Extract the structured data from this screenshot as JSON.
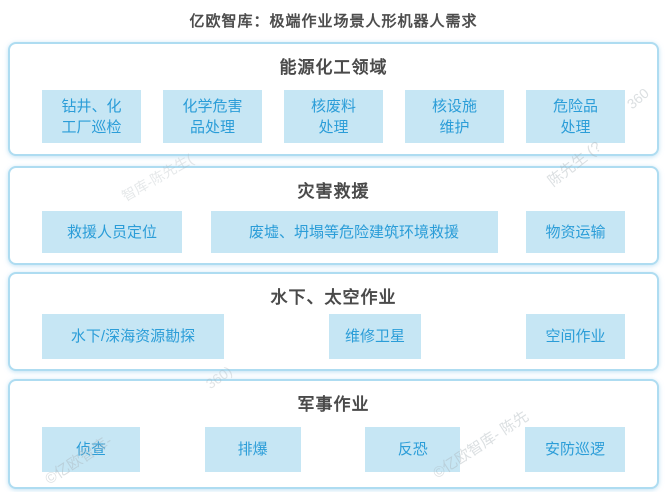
{
  "title": "亿欧智库：极端作业场景人形机器人需求",
  "colors": {
    "box_fill": "#c6e6f4",
    "box_text": "#2b9dd8",
    "panel_border": "#aedcf1",
    "heading_text": "#4a4a4a",
    "watermark": "#aab4ba"
  },
  "sections": [
    {
      "title": "能源化工领域",
      "items": [
        "钻井、化\n工厂巡检",
        "化学危害\n品处理",
        "核废料\n处理",
        "核设施\n维护",
        "危险品\n处理"
      ]
    },
    {
      "title": "灾害救援",
      "items": [
        "救援人员定位",
        "废墟、坍塌等危险建筑环境救援",
        "物资运输"
      ]
    },
    {
      "title": "水下、太空作业",
      "items": [
        "水下/深海资源勘探",
        "维修卫星",
        "空间作业"
      ]
    },
    {
      "title": "军事作业",
      "items": [
        "侦查",
        "排爆",
        "反恐",
        "安防巡逻"
      ]
    }
  ],
  "watermarks": [
    "360",
    "陈先生 (?",
    "智库-陈先生(",
    "360)",
    "©亿欧智库-",
    "©亿欧智库- 陈先"
  ]
}
